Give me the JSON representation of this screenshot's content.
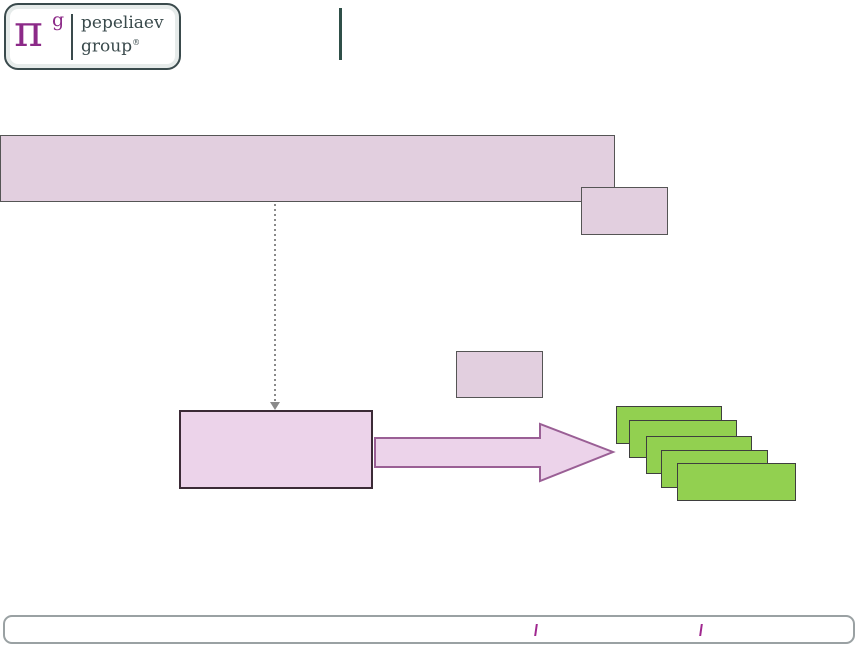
{
  "logo": {
    "symbol": "π",
    "superscript": "g",
    "text": "pepeliaev\ngroup",
    "registered_mark": "®",
    "brand_color": "#8c2a88",
    "frame_color": "#3a4a4c"
  },
  "diagram": {
    "box_fill": "#e2cfdf",
    "process_fill": "#ecd3ea",
    "card_fill": "#92d050",
    "card_count": 5,
    "connector_style": "dotted-arrow",
    "flow_arrow_fill": "#ecd3ea",
    "flow_arrow_stroke": "#9a5f95"
  },
  "footer": {
    "tick_color": "#a0288f",
    "tick_count": 2
  }
}
